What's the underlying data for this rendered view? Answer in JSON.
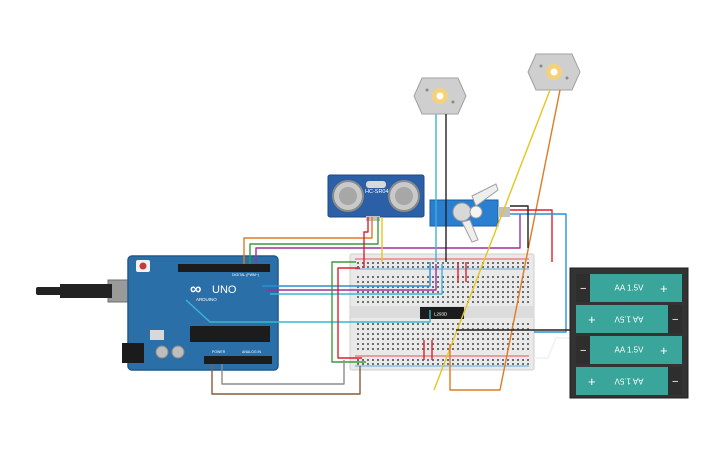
{
  "components": {
    "arduino": {
      "logo": "∞",
      "brand": "ARDUINO",
      "model": "UNO",
      "header_digital": "DIGITAL (PWM~)",
      "header_power": "POWER",
      "header_analog": "ANALOG IN"
    },
    "ultrasonic": {
      "label": "HC-SR04"
    },
    "motor_driver": {
      "label": "L293D"
    },
    "battery_pack": {
      "cells": [
        {
          "label": "AA 1.5V",
          "inverted": false,
          "minus": "−",
          "plus": "+"
        },
        {
          "label": "AA 1.5V",
          "inverted": true,
          "minus": "−",
          "plus": "+"
        },
        {
          "label": "AA 1.5V",
          "inverted": false,
          "minus": "−",
          "plus": "+"
        },
        {
          "label": "AA 1.5V",
          "inverted": true,
          "minus": "−",
          "plus": "+"
        }
      ]
    },
    "motors": [
      {
        "id": "motor-1"
      },
      {
        "id": "motor-2"
      }
    ],
    "servo": {
      "id": "micro-servo"
    }
  },
  "colors": {
    "board": "#2a6fa8",
    "board_dark": "#1f5a8a",
    "breadboard": "#e9e9e9",
    "battery_body": "#333333",
    "battery_cell": "#3aa59a",
    "wire_red": "#e01f2a",
    "wire_orange": "#e07b22",
    "wire_yellow": "#e6c51e",
    "wire_green": "#3a9c3a",
    "wire_blue": "#2a8fd6",
    "wire_cyan": "#3bb5d4",
    "wire_purple": "#a02f9c",
    "wire_brown": "#8a5a3a",
    "wire_gray": "#8c8c8c",
    "wire_black": "#222222",
    "wire_white": "#f0f0f0"
  }
}
